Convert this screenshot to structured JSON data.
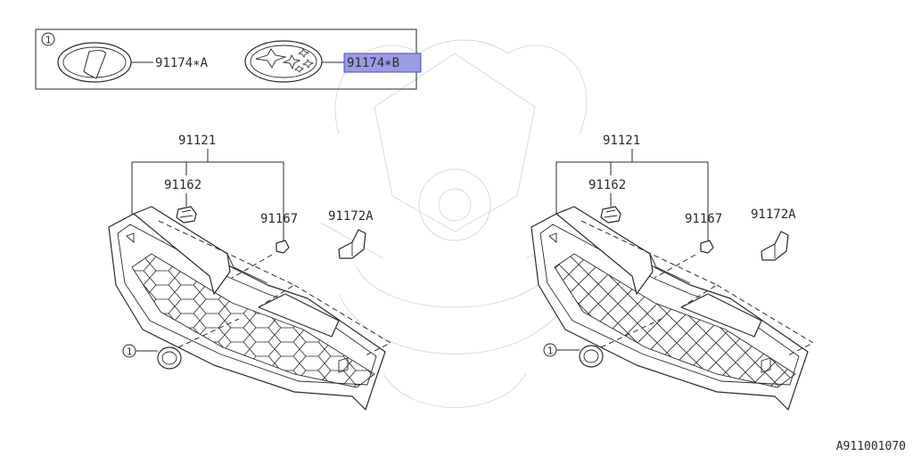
{
  "inset": {
    "callout": "1",
    "emblem_a": "91174∗A",
    "emblem_b": "91174∗B",
    "highlight_color": "#9b9be6"
  },
  "left_assembly": {
    "grille": "91121",
    "bracket": "91162",
    "clip": "91167",
    "stay": "91172A",
    "callout": "1"
  },
  "right_assembly": {
    "grille": "91121",
    "bracket": "91162",
    "clip": "91167",
    "stay": "91172A",
    "callout": "1"
  },
  "figure_code": "A911001070"
}
